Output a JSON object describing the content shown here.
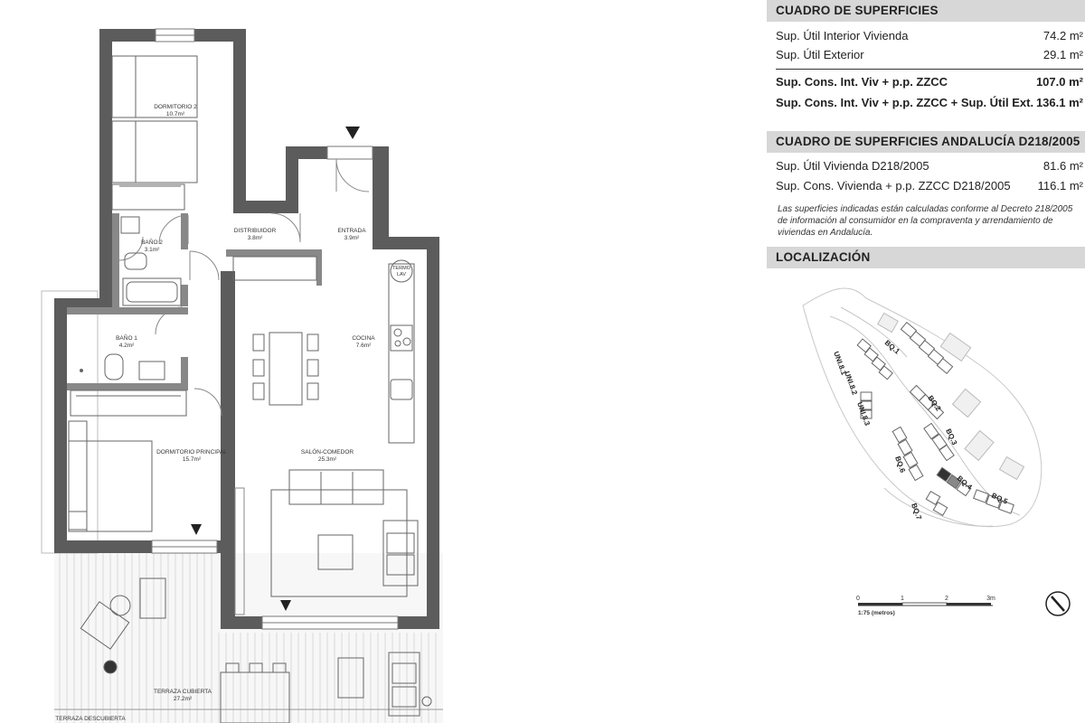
{
  "rooms": {
    "dormitorio2": {
      "name": "DORMITORIO 2",
      "area": "10.7m²"
    },
    "bano2": {
      "name": "BAÑO 2",
      "area": "3.1m²"
    },
    "distribuidor": {
      "name": "DISTRIBUIDOR",
      "area": "3.8m²"
    },
    "entrada": {
      "name": "ENTRADA",
      "area": "3.9m²"
    },
    "bano1": {
      "name": "BAÑO 1",
      "area": "4.2m²"
    },
    "cocina": {
      "name": "COCINA",
      "area": "7.6m²"
    },
    "termo": {
      "line1": "TERMO",
      "line2": "LAV"
    },
    "dormitorio_principal": {
      "name": "DORMITORIO PRINCIPAL",
      "area": "15.7m²"
    },
    "salon": {
      "name": "SALÓN-COMEDOR",
      "area": "25.3m²"
    },
    "terraza_cubierta": {
      "name": "TERRAZA CUBIERTA",
      "area": "27.2m²"
    },
    "terraza_descubierta": {
      "name": "TERRAZA DESCUBIERTA"
    }
  },
  "superficies": {
    "title": "CUADRO DE SUPERFICIES",
    "rows": [
      {
        "label": "Sup. Útil Interior Vivienda",
        "value": "74.2 m²"
      },
      {
        "label": "Sup. Útil Exterior",
        "value": "29.1 m²"
      }
    ],
    "totals": [
      {
        "label": "Sup. Cons. Int. Viv + p.p. ZZCC",
        "value": "107.0 m²"
      },
      {
        "label": "Sup. Cons. Int. Viv + p.p. ZZCC + Sup. Útil Ext.",
        "value": "136.1 m²"
      }
    ]
  },
  "andalucia": {
    "title": "CUADRO DE SUPERFICIES ANDALUCÍA D218/2005",
    "rows": [
      {
        "label": "Sup. Útil Vivienda D218/2005",
        "value": "81.6 m²"
      },
      {
        "label": "Sup. Cons. Vivienda + p.p. ZZCC D218/2005",
        "value": "116.1 m²"
      }
    ],
    "note": "Las superficies indicadas están calculadas conforme al Decreto 218/2005 de información al consumidor en la compraventa y arrendamiento de viviendas en Andalucía."
  },
  "localizacion": {
    "title": "LOCALIZACIÓN",
    "blocks": [
      "BQ.1",
      "BQ.2",
      "BQ.3",
      "BQ.4",
      "BQ.5",
      "BQ.6",
      "BQ.7",
      "UNI.8.1",
      "UNI.8.2",
      "UNI.8.3"
    ],
    "scale_ticks": [
      "0",
      "1",
      "2",
      "3m"
    ],
    "scale_label": "1:75 (metros)"
  }
}
